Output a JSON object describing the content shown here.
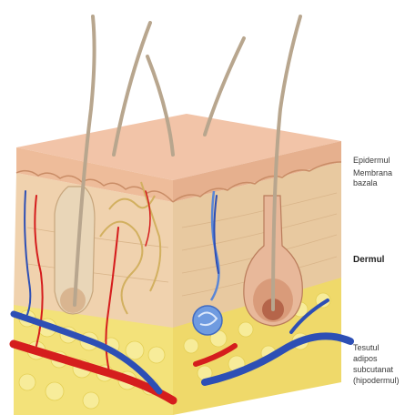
{
  "labels": {
    "epidermis": "Epidermul",
    "basal_membrane_line1": "Membrana",
    "basal_membrane_line2": "bazala",
    "dermis": "Dermul",
    "subcutaneous_line1": "Tesutul",
    "subcutaneous_line2": "adipos",
    "subcutaneous_line3": "subcutanat",
    "subcutaneous_line4": "(hipodermul)"
  },
  "colors": {
    "epidermis_top": "#f2c4a8",
    "dermis": "#f0d2ae",
    "dermis_side": "#e8c9a0",
    "fat": "#f3e27a",
    "artery": "#d51d1d",
    "vein": "#2d4fb5",
    "hair": "#b8a68e",
    "follicle": "#d99b7a",
    "gland": "#6f9be0"
  }
}
